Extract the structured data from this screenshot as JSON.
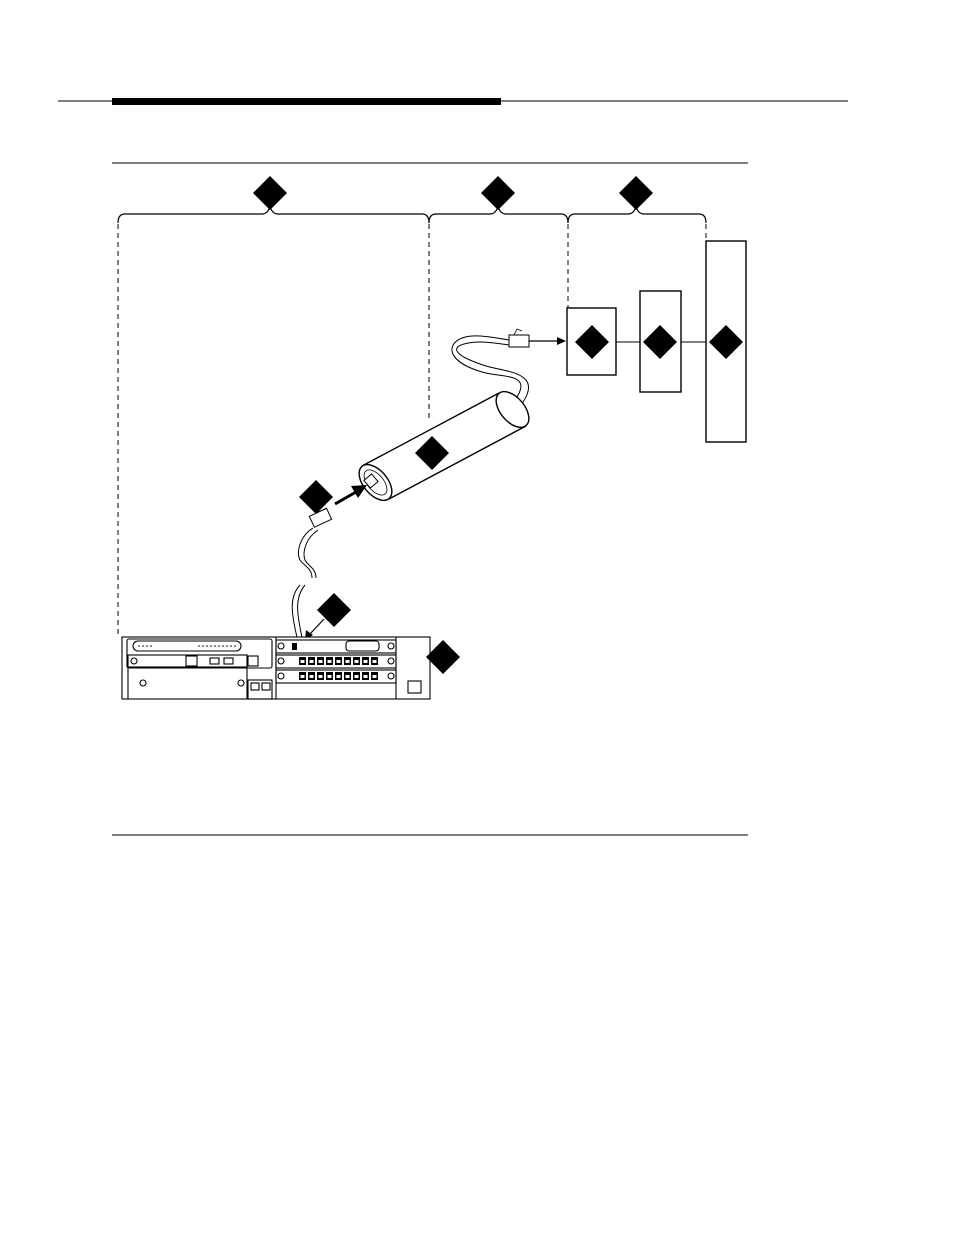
{
  "page": {
    "header_rule": "thick-over-thin",
    "figure_rules": "top-and-bottom"
  },
  "diagram": {
    "type": "equipment-wiring-diagram",
    "sections": [
      {
        "marker": "diamond",
        "spans": "control-unit-and-cable"
      },
      {
        "marker": "diamond",
        "spans": "cable-to-wall"
      },
      {
        "marker": "diamond",
        "spans": "wall-to-network"
      }
    ],
    "components": [
      {
        "name": "control-unit",
        "marker": "diamond"
      },
      {
        "name": "cable-connector",
        "marker": "diamond"
      },
      {
        "name": "patch-cord",
        "marker": "diamond"
      },
      {
        "name": "cylindrical-adapter",
        "marker": "diamond"
      },
      {
        "name": "network-box-1",
        "marker": "diamond"
      },
      {
        "name": "network-box-2",
        "marker": "diamond"
      },
      {
        "name": "network-box-3",
        "marker": "diamond"
      }
    ],
    "colors": {
      "ink": "#000000",
      "paper": "#ffffff",
      "marker_fill": "#000000"
    }
  }
}
